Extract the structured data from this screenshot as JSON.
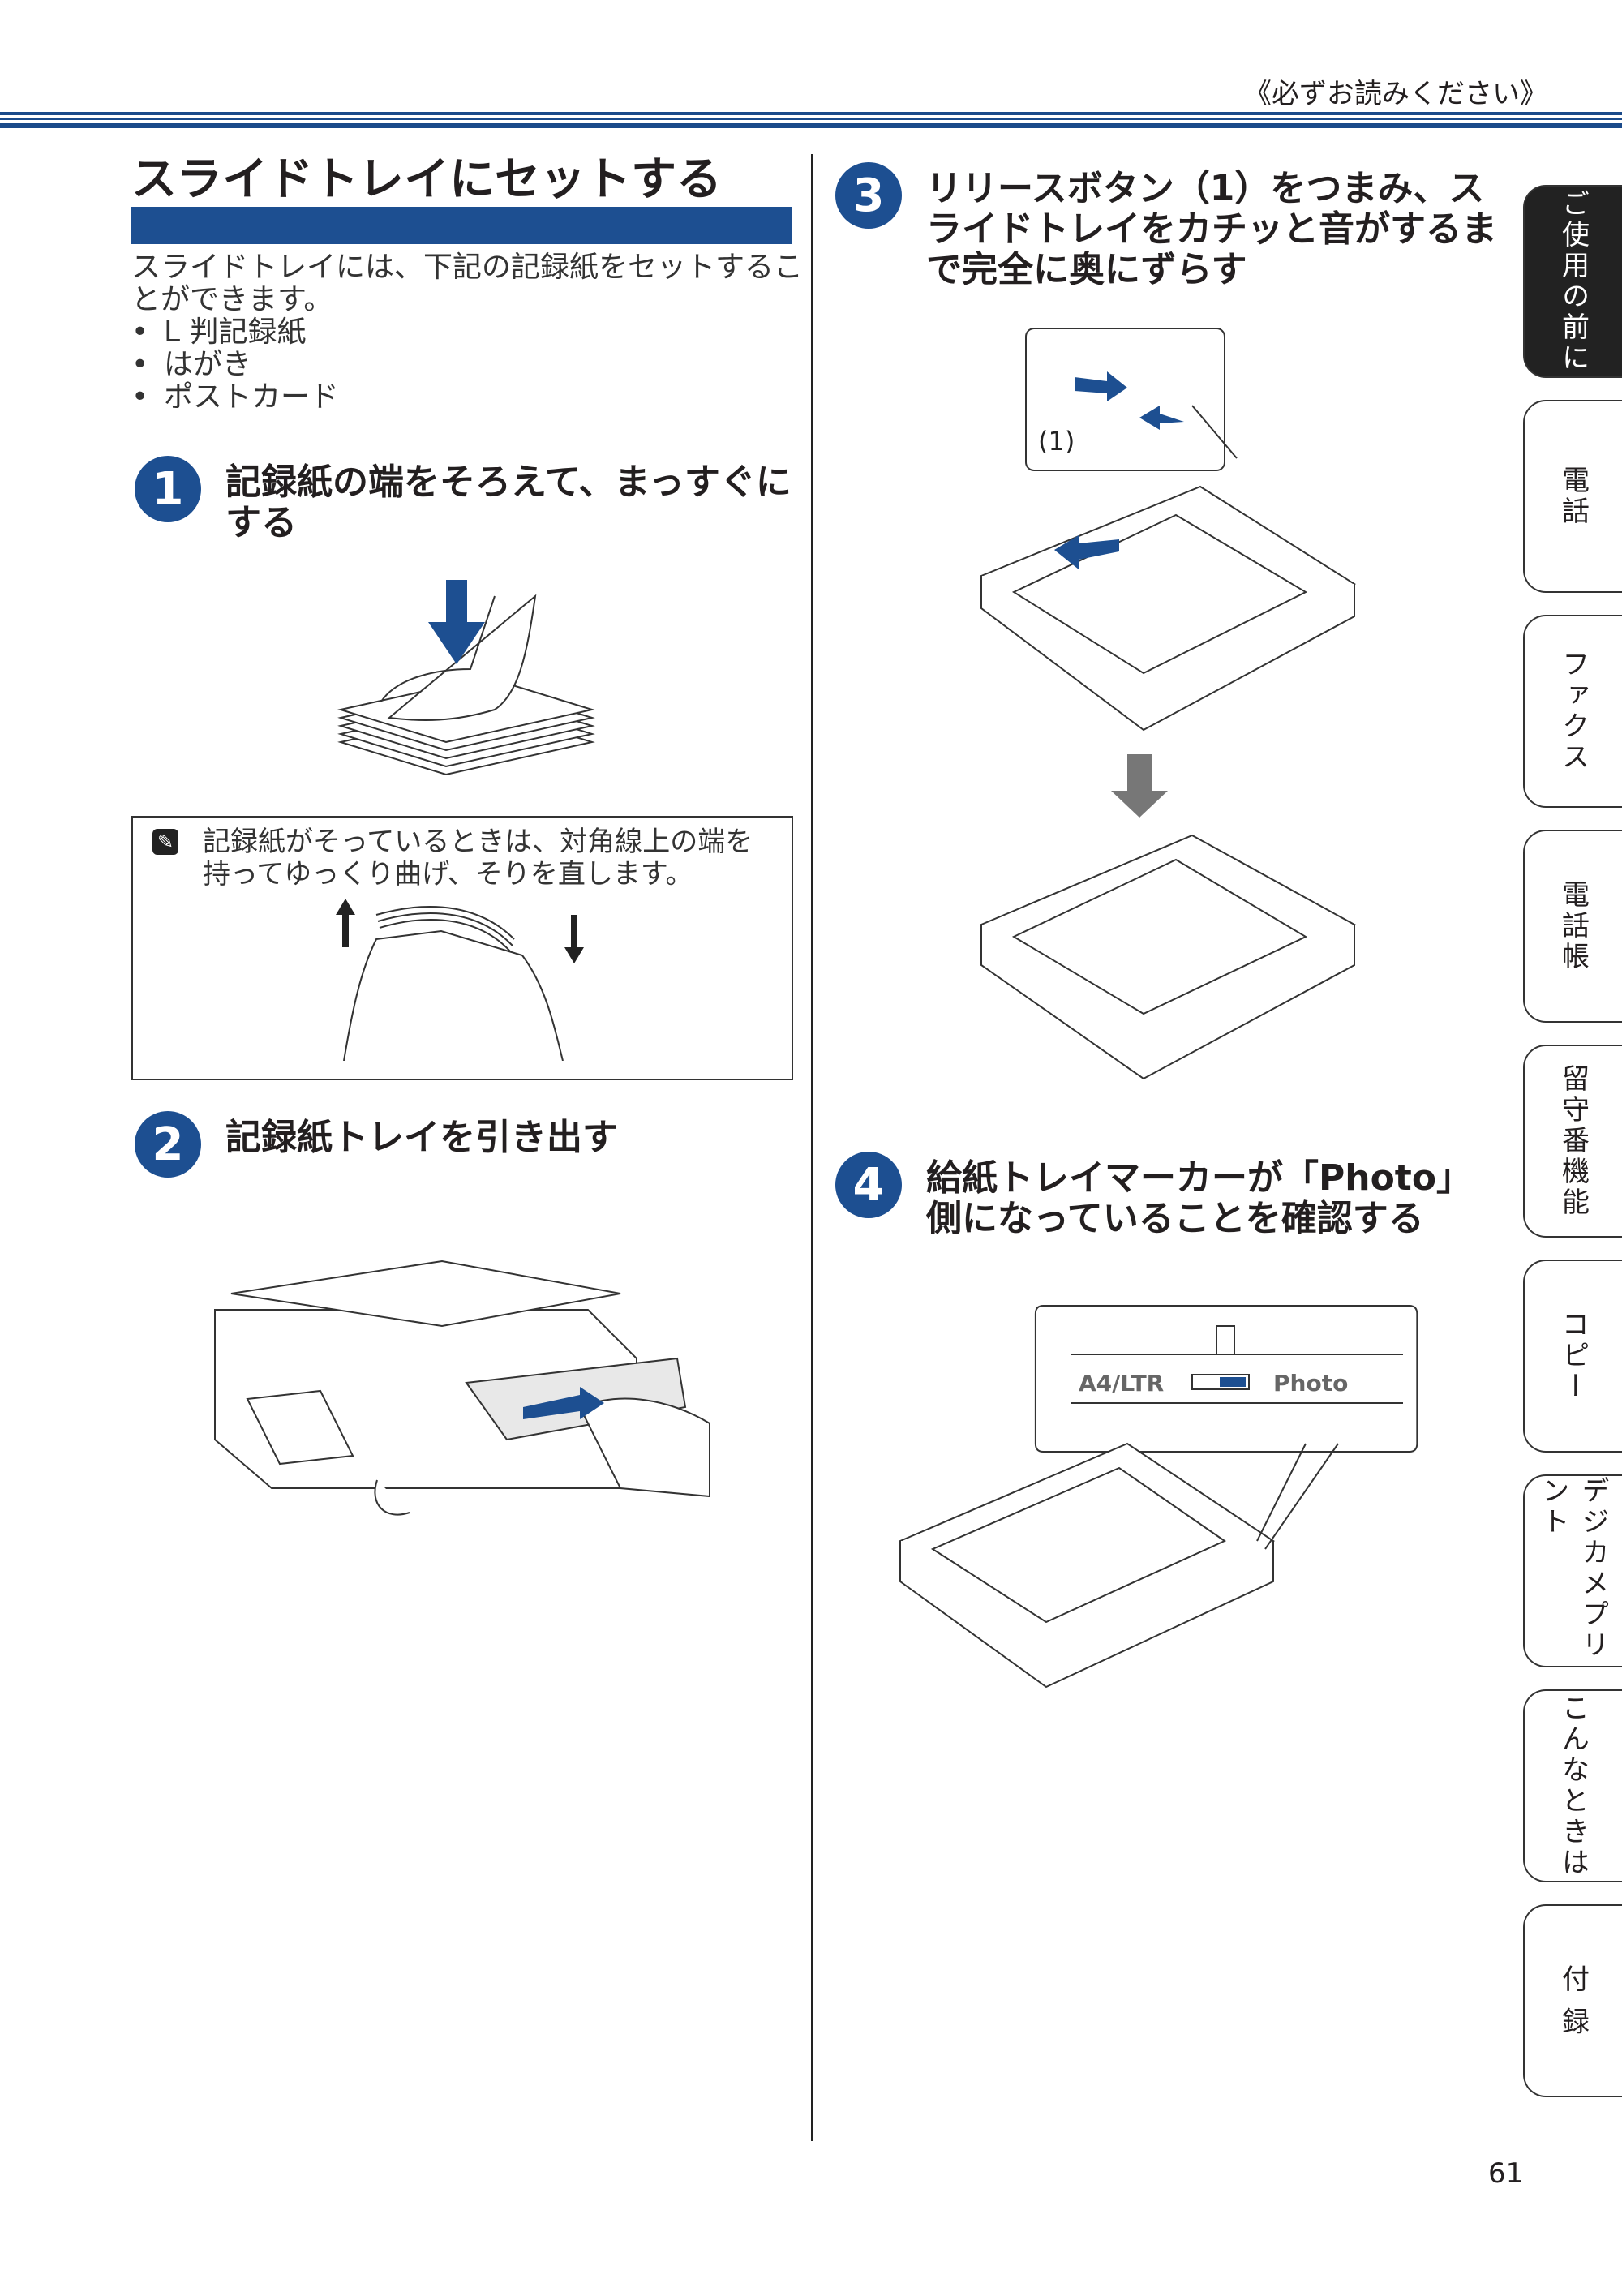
{
  "header": {
    "note": "《必ずお読みください》"
  },
  "title": "スライドトレイにセットする",
  "intro": {
    "text": "スライドトレイには、下記の記録紙をセットすることができます。",
    "items": [
      "L 判記録紙",
      "はがき",
      "ポストカード"
    ]
  },
  "steps": [
    {
      "num": "1",
      "text": "記録紙の端をそろえて、まっすぐにする"
    },
    {
      "num": "2",
      "text": "記録紙トレイを引き出す"
    },
    {
      "num": "3",
      "text": "リリースボタン（1）をつまみ、スライドトレイをカチッと音がするまで完全に奥にずらす"
    },
    {
      "num": "4",
      "text": "給紙トレイマーカーが「Photo」側になっていることを確認する"
    }
  ],
  "note": {
    "text": "記録紙がそっているときは、対角線上の端を持ってゆっくり曲げ、そりを直します。"
  },
  "callout": {
    "label": "(1)"
  },
  "marker": {
    "left": "A4/LTR",
    "right": "Photo"
  },
  "tabs": [
    "ご使用の前に",
    "電話",
    "ファクス",
    "電話帳",
    "留守番機能",
    "コピー",
    "デジカメプリント",
    "こんなときは",
    "付 録"
  ],
  "page_number": "61",
  "colors": {
    "accent": "#1d4f91",
    "dark": "#222222"
  }
}
